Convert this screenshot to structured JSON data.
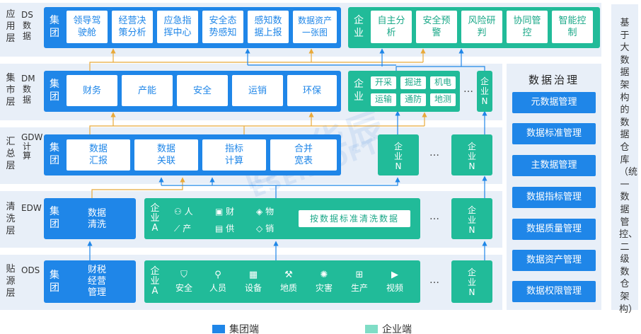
{
  "layers": {
    "ds": {
      "cn": "应用层",
      "en": "DS数据"
    },
    "dm": {
      "cn": "集市层",
      "en": "DM数据"
    },
    "gdw": {
      "cn": "汇总层",
      "en": "GDW计算"
    },
    "edw": {
      "cn": "清洗层",
      "en": "EDW"
    },
    "ods": {
      "cn": "贴源层",
      "en": "ODS"
    }
  },
  "group_label": "集团",
  "enterprise_label": "企业",
  "enterprise_a": "企业A",
  "enterprise_n": "企业N",
  "ellipsis": "…",
  "ds": {
    "group_items": [
      "领导驾驶舱",
      "经营决策分析",
      "应急指挥中心",
      "安全态势感知",
      "感知数据上报",
      "数据资产一张图"
    ],
    "enterprise_items": [
      "自主分析",
      "安全预警",
      "风险研判",
      "协同管控",
      "智能控制"
    ]
  },
  "dm": {
    "group_items": [
      "财务",
      "产能",
      "安全",
      "运销",
      "环保"
    ],
    "enterprise_items": [
      "开采",
      "掘进",
      "机电",
      "运输",
      "通防",
      "地测"
    ]
  },
  "gdw": {
    "group_items": [
      "数据汇报",
      "数据关联",
      "指标计算",
      "合并宽表"
    ]
  },
  "edw": {
    "group_item": "数据清洗",
    "enterprise_items": [
      {
        "icon": "person-icon",
        "label": "人"
      },
      {
        "icon": "finance-icon",
        "label": "财"
      },
      {
        "icon": "box-icon",
        "label": "物"
      },
      {
        "icon": "chart-icon",
        "label": "产"
      },
      {
        "icon": "supply-icon",
        "label": "供"
      },
      {
        "icon": "tag-icon",
        "label": "销"
      }
    ],
    "standard_clean": "按数据标准清洗数据"
  },
  "ods": {
    "group_item": "财税经营管理",
    "enterprise_items": [
      {
        "icon": "shield-icon",
        "label": "安全"
      },
      {
        "icon": "user-icon",
        "label": "人员"
      },
      {
        "icon": "device-icon",
        "label": "设备"
      },
      {
        "icon": "geology-icon",
        "label": "地质"
      },
      {
        "icon": "disaster-icon",
        "label": "灾害"
      },
      {
        "icon": "production-icon",
        "label": "生产"
      },
      {
        "icon": "video-icon",
        "label": "视频"
      }
    ]
  },
  "governance": {
    "title": "数据治理",
    "items": [
      "元数据管理",
      "数据标准管理",
      "主数据管理",
      "数据指标管理",
      "数据质量管理",
      "数据资产管理",
      "数据权限管理"
    ]
  },
  "side_title": "基于大数据架构的数据仓库（统一数据管控、二级数仓架构）",
  "legend": [
    {
      "label": "集团端",
      "color": "#1f86e8"
    },
    {
      "label": "企业端",
      "color": "#7fddc6"
    }
  ],
  "watermark": "亿信华辰",
  "watermark_en": "ESENSOFT",
  "colors": {
    "group": "#1f86e8",
    "enterprise": "#21bb99",
    "connector_group": "#e8a93a",
    "connector_ent": "#1f86e8"
  }
}
